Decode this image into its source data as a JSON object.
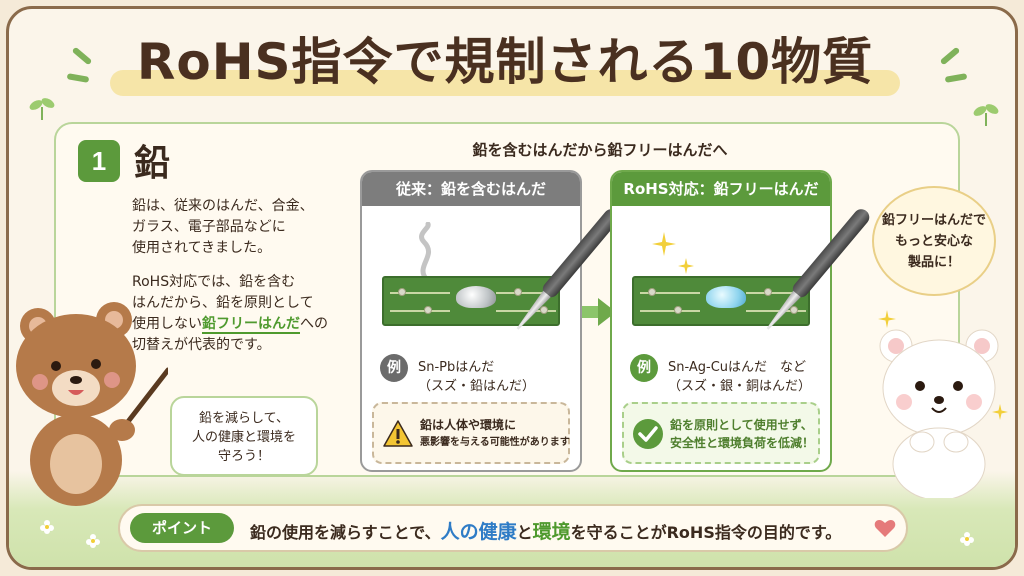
{
  "title": "RoHS指令で規制される10物質",
  "item": {
    "number": "1",
    "name": "鉛",
    "description_lines_1": [
      "鉛は、従来のはんだ、合金、",
      "ガラス、電子部品などに",
      "使用されてきました。"
    ],
    "description_lines_2_a": "RoHS対応では、鉛を含む",
    "description_lines_2_b": "はんだから、鉛を原則として",
    "description_lines_2_c_pre": "使用しない",
    "description_lines_2_c_hl": "鉛フリーはんだ",
    "description_lines_2_c_post": "への",
    "description_lines_2_d": "切替えが代表的です。"
  },
  "diagram": {
    "title": "鉛を含むはんだから鉛フリーはんだへ",
    "old": {
      "header": "従来：鉛を含むはんだ",
      "example_badge": "例",
      "example_line1": "Sn-Pbはんだ",
      "example_line2": "（スズ・鉛はんだ）",
      "note_line1": "鉛は人体や環境に",
      "note_line2": "悪影響を与える可能性があります"
    },
    "new": {
      "header": "RoHS対応：鉛フリーはんだ",
      "example_badge": "例",
      "example_line1": "Sn-Ag-Cuはんだ　など",
      "example_line2": "（スズ・銀・銅はんだ）",
      "note_line1": "鉛を原則として使用せず、",
      "note_line2": "安全性と環境負荷を低減！"
    }
  },
  "bubbles": {
    "left": [
      "鉛を減らして、",
      "人の健康と環境を",
      "守ろう！"
    ],
    "right": [
      "鉛フリーはんだで",
      "もっと安心な",
      "製品に！"
    ]
  },
  "point": {
    "badge": "ポイント",
    "text_pre": "鉛の使用を減らすことで、",
    "text_blue": "人の健康",
    "text_mid": "と",
    "text_green": "環境",
    "text_post": "を守ることがRoHS指令の目的です。"
  },
  "colors": {
    "accent_green": "#5c9a3c",
    "highlight_blue": "#2f7cc6",
    "old_gray": "#7d7d7d",
    "heart": "#e57a7a"
  },
  "icons": [
    "warning-icon",
    "check-icon",
    "heart-icon",
    "arrow-right-icon",
    "sparkle-icon",
    "leaf-icon"
  ]
}
